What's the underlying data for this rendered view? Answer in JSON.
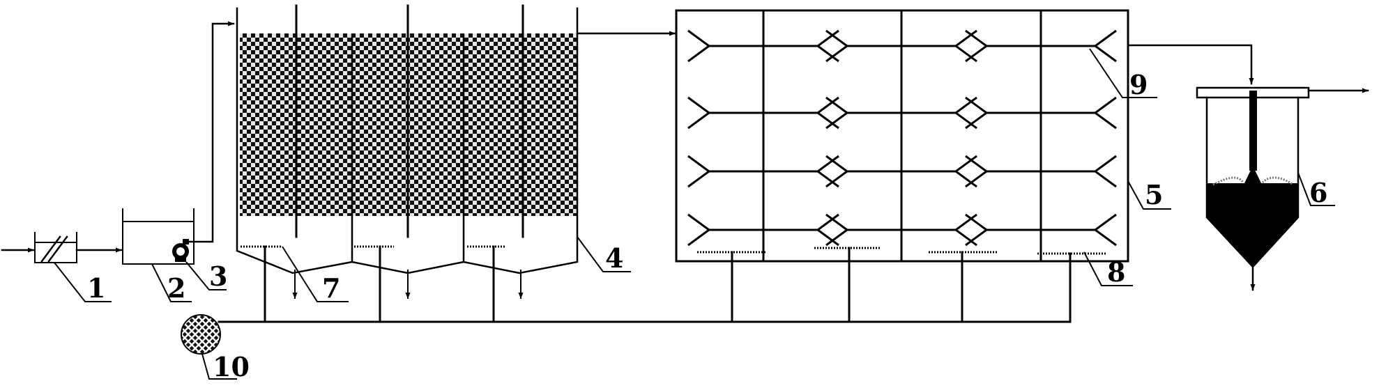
{
  "labels": {
    "screen": "1",
    "regulating_tank": "2",
    "pump": "3",
    "filter_tank": "4",
    "contact_tank": "5",
    "settling_tank": "6",
    "aerator_a": "7",
    "aerator_b": "8",
    "fiber_filler": "9",
    "blower": "10"
  },
  "colors": {
    "line": "#000000",
    "background": "#ffffff",
    "media_dark": "#111111",
    "media_light": "#e6e6e6"
  }
}
